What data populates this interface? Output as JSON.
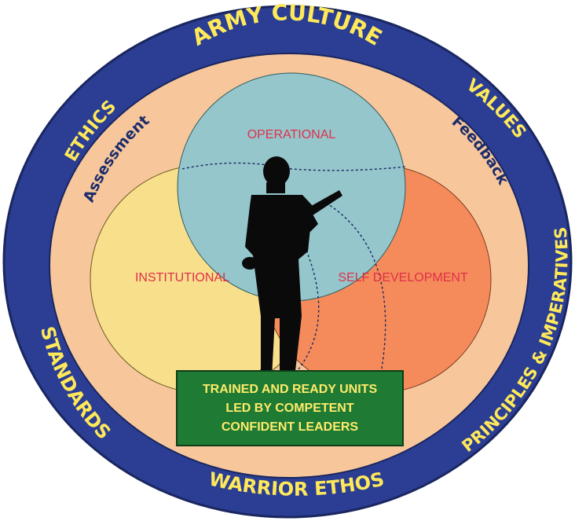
{
  "outer_ring": {
    "top": "ARMY CULTURE",
    "top_right": "VALUES",
    "right": "PRINCIPLES & IMPERATIVES",
    "bottom": "WARRIOR ETHOS",
    "left": "STANDARDS",
    "top_left": "ETHICS"
  },
  "inner_ring": {
    "left": "Assessment",
    "right": "Feedback"
  },
  "circles": {
    "operational": "OPERATIONAL",
    "institutional": "INSTITUTIONAL",
    "self_development": "SELF DEVELOPMENT"
  },
  "center_box": {
    "line1": "TRAINED AND READY UNITS",
    "line2": "LED BY COMPETENT",
    "line3": "CONFIDENT LEADERS"
  },
  "colors": {
    "outer_ring": "#2b3e93",
    "inner_band": "#f7c79b",
    "operational": "#95c6cc",
    "institutional": "#f7df8c",
    "self_development": "#f58b5a",
    "ring_text": "#ffe95a",
    "center_box": "#1f7a33",
    "silhouette": "#0a0a0a"
  }
}
